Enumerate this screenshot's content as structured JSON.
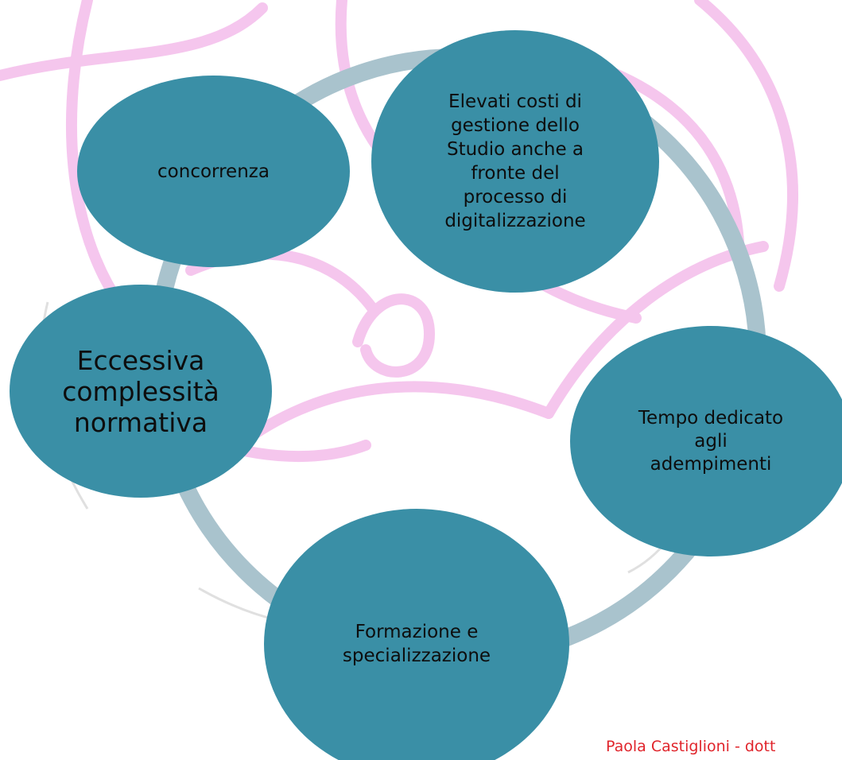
{
  "diagram": {
    "nodes": {
      "concorrenza": "concorrenza",
      "costi": "Elevati costi di\ngestione dello\nStudio anche a\nfronte del\nprocesso di\ndigitalizzazione",
      "complessita": "Eccessiva\ncomplessità\nnormativa",
      "tempo": "Tempo dedicato\nagli\nadempimenti",
      "formazione": "Formazione e\nspecializzazione"
    },
    "colors": {
      "node_fill": "#3a8fa6",
      "ring": "#a9c3cd",
      "watermark": "#f2b3e8",
      "credit_text": "#e0242b"
    }
  },
  "footer": {
    "credit": "Paola Castiglioni - dott"
  }
}
